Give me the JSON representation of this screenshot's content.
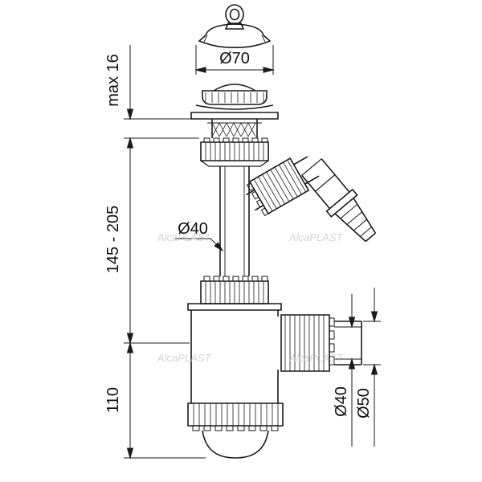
{
  "diagram": {
    "type": "technical-drawing",
    "subject": "sink bottle trap / siphon with appliance inlet",
    "watermark": "AlcaPLAST",
    "labels": {
      "dia_top": "Ø70",
      "max_height": "max 16",
      "adj_length": "145 - 205",
      "trap_height": "110",
      "pipe_dia": "Ø40",
      "outlet_dia_inner": "Ø40",
      "outlet_dia_outer": "Ø50"
    },
    "colors": {
      "line": "#1a1a1a",
      "background": "#ffffff",
      "watermark": "#bfbfbf"
    }
  }
}
